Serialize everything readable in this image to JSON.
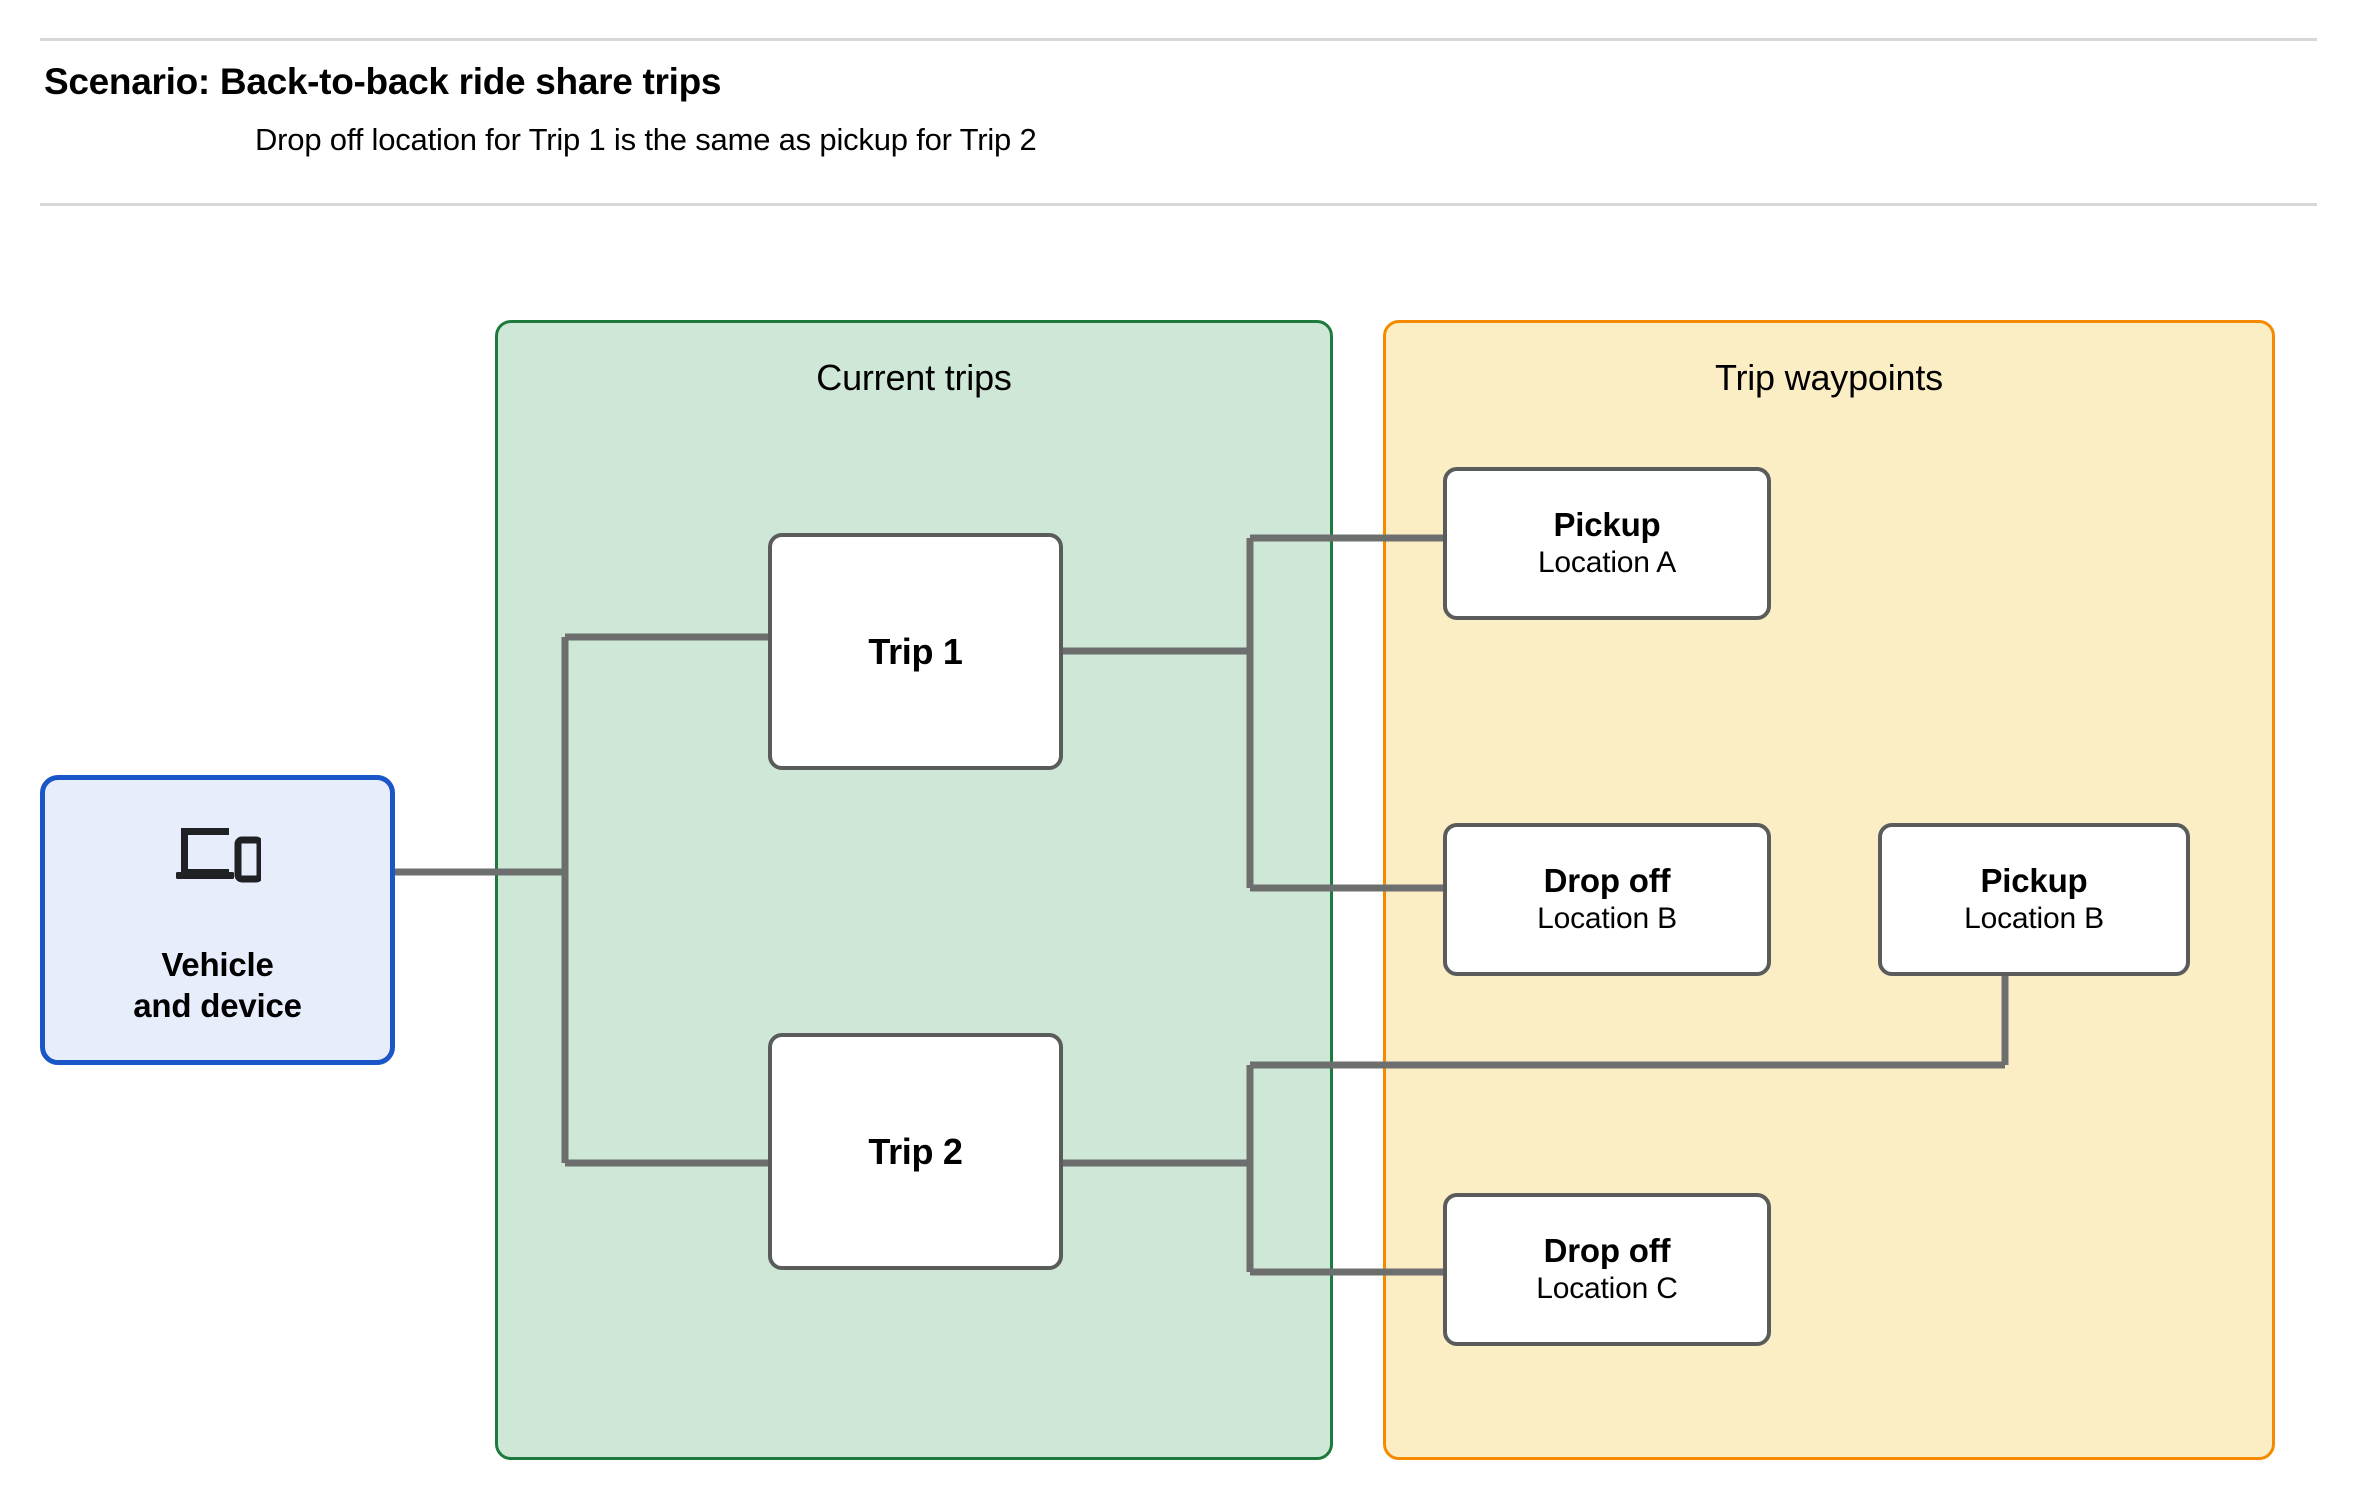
{
  "header": {
    "title": "Scenario: Back-to-back ride share trips",
    "subtitle": "Drop off  location for Trip 1 is the same as pickup for Trip 2"
  },
  "groups": {
    "current_trips": {
      "title": "Current trips",
      "fill": "#cfe7d6",
      "border": "#1e7a3c"
    },
    "trip_waypoints": {
      "title": "Trip waypoints",
      "fill": "#fceec4",
      "border": "#f58a00"
    }
  },
  "vehicle": {
    "icon": "devices-icon",
    "label": "Vehicle\nand device",
    "fill": "#e8edfb",
    "border": "#1a56c8"
  },
  "trips": [
    {
      "label": "Trip 1"
    },
    {
      "label": "Trip 2"
    }
  ],
  "waypoints": [
    {
      "type": "Pickup",
      "location": "Location A"
    },
    {
      "type": "Drop off",
      "location": "Location B"
    },
    {
      "type": "Pickup",
      "location": "Location B"
    },
    {
      "type": "Drop off",
      "location": "Location C"
    }
  ],
  "connector_color": "#6d6f6f",
  "node_border_color": "#5a5c5c",
  "divider_color": "#d8d8d8"
}
